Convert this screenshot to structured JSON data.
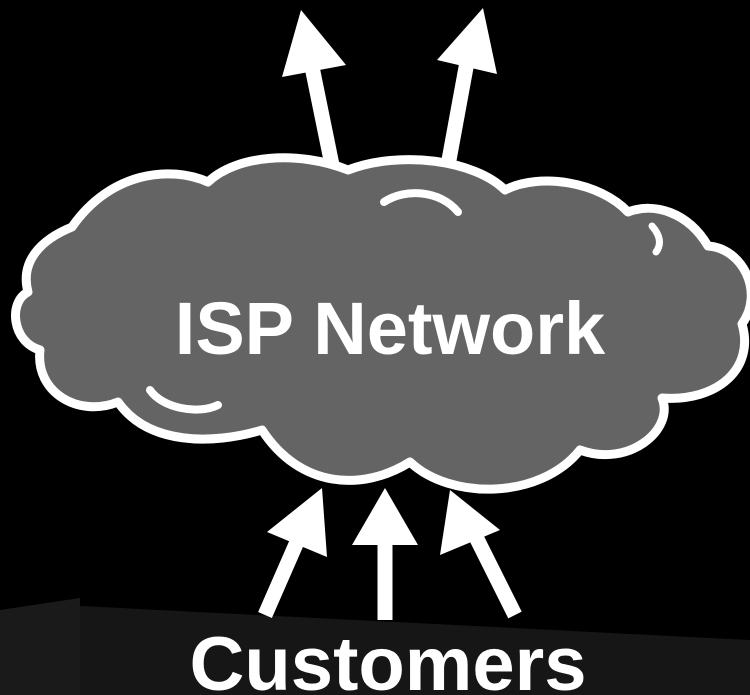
{
  "diagram": {
    "cloud_label": "ISP Network",
    "bottom_label": "Customers"
  },
  "colors": {
    "background": "#000000",
    "cloud_fill": "#646464",
    "stroke": "#ffffff",
    "text": "#ffffff",
    "floor_band": "#1c1c1c"
  },
  "arrows": {
    "outbound_count": 2,
    "inbound_count": 3
  }
}
